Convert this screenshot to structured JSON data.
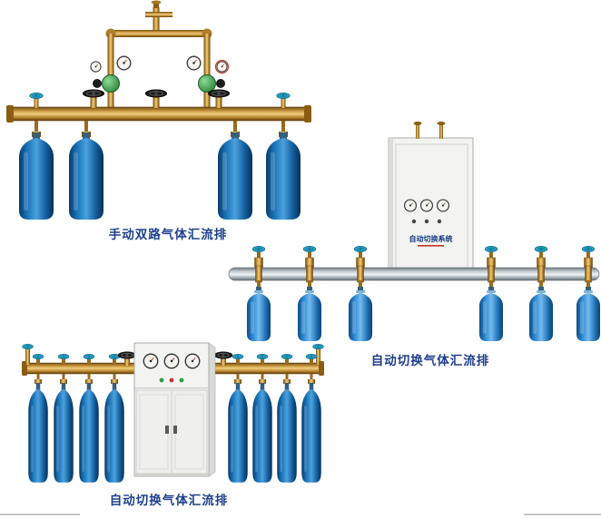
{
  "page": {
    "background_color": "#ffffff",
    "caption_color": "#1d3f8e",
    "bottom_border_color": "#c6c6c6"
  },
  "figures": {
    "manual_dual": {
      "caption": "手动双路气体汇流排",
      "cylinder_count": 4,
      "regulator_count": 2,
      "handwheel_valve_count": 3
    },
    "auto_switch_wall": {
      "caption": "自动切换气体汇流排",
      "cabinet_label": "自动切换系统",
      "cylinder_count": 6,
      "gauge_count": 3
    },
    "auto_switch_floor": {
      "caption": "自动切换气体汇流排",
      "cylinder_count": 8,
      "gauge_count": 3
    }
  },
  "colors": {
    "cylinder_blue_dark": "#0d4d86",
    "cylinder_blue_light": "#74bbf0",
    "brass": "#c08f3a",
    "brass_dark": "#6e4a0e",
    "steel_pipe": "#c6ced4",
    "valve_teal": "#2aa6ca",
    "cabinet_body": "#f3f4f1",
    "gauge_face": "#f4f4ef",
    "indicator_green": "#2f9e44",
    "indicator_red": "#cc3333"
  }
}
